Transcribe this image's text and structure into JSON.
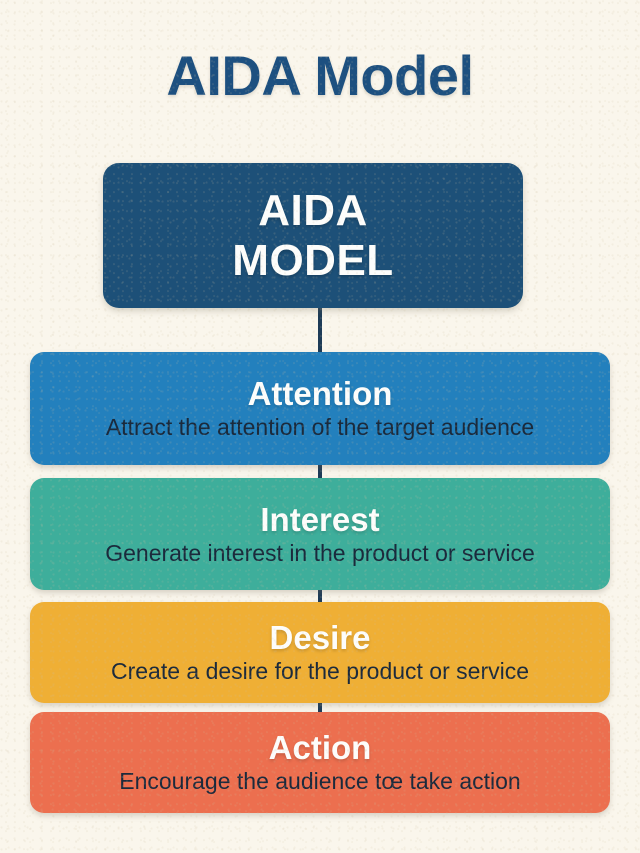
{
  "page": {
    "title": "AIDA Model",
    "background_color": "#faf6ec",
    "title_color": "#1d5080",
    "connector_color": "#1d3b57",
    "description_text_color": "#1b2a3c",
    "label_text_color": "#fdfdfb"
  },
  "root_node": {
    "name": "aida-model-root",
    "line1": "AIDA",
    "line2": "MODEL",
    "color": "#1d5078"
  },
  "stages": [
    {
      "id": "attention",
      "label": "Attention",
      "description": "Attract the attention of the target audience",
      "color": "#2380bd"
    },
    {
      "id": "interest",
      "label": "Interest",
      "description": "Generate interest in the product or service",
      "color": "#3eae9b"
    },
    {
      "id": "desire",
      "label": "Desire",
      "description": "Create a desire for the product or service",
      "color": "#efaf35"
    },
    {
      "id": "action",
      "label": "Action",
      "description": "Encourage the audience tœ take action",
      "color": "#ec6f4f"
    }
  ]
}
